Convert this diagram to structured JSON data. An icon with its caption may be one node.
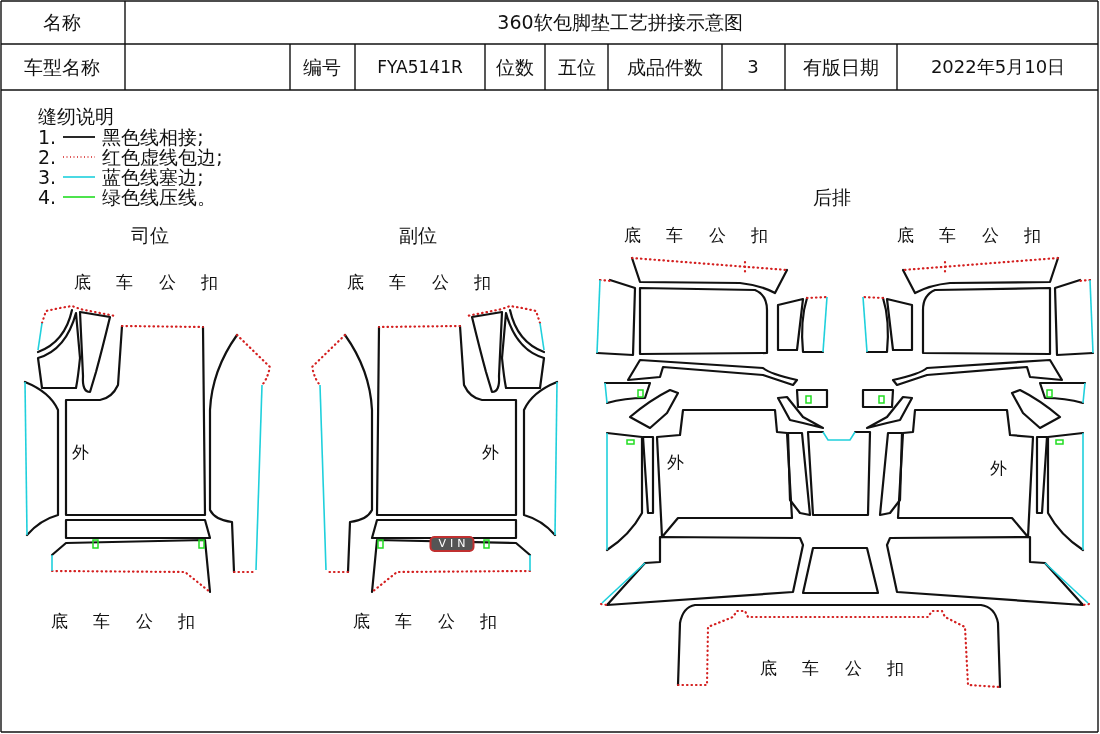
{
  "diagram": {
    "title": "360软包脚垫工艺拼接示意图",
    "labels": [
      "名称",
      "车型名称",
      "编号",
      "FYA5141R",
      "位数",
      "五位",
      "成品件数",
      "3",
      "有版日期",
      "2022年5月10日",
      "缝纫说明",
      "后排",
      "司位",
      "副位",
      "底 车 公 扣",
      "底 车 公 扣",
      "底 车 公 扣",
      "底 车 公 扣",
      "外",
      "外",
      "外",
      "外",
      "VIN",
      "底 车 公 扣",
      "底 车 公 扣",
      "底 车 公 扣"
    ],
    "legend": [
      {
        "text": "1. 黑色线相接;"
      },
      {
        "text": "2. 红色虚线包边;"
      },
      {
        "text": "3. 蓝色线塞边;"
      },
      {
        "text": "4. 绿色线压线。"
      }
    ]
  }
}
